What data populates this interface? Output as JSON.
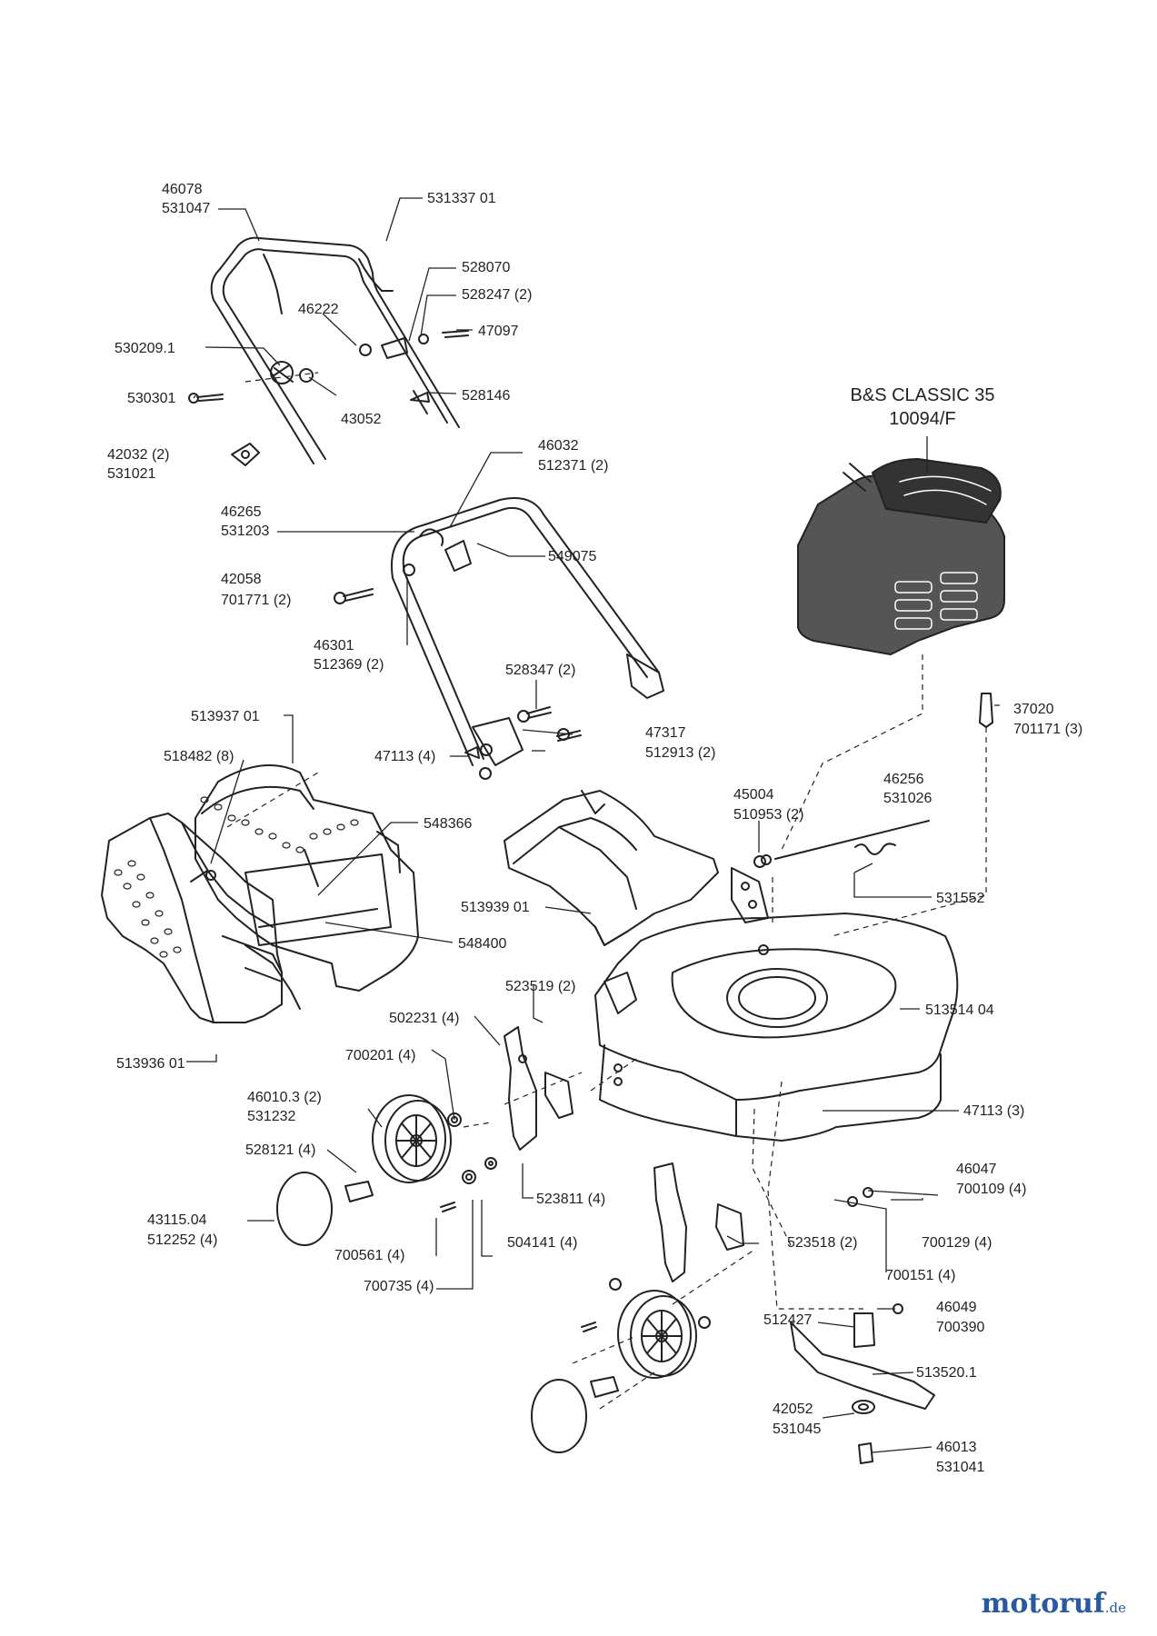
{
  "engine": {
    "model": "B&S CLASSIC 35",
    "code": "10094/F"
  },
  "parts": {
    "p46078": "46078",
    "p531047": "531047",
    "p531337": "531337 01",
    "p528070": "528070",
    "p528247": "528247 (2)",
    "p46222": "46222",
    "p47097": "47097",
    "p530209": "530209.1",
    "p530301": "530301",
    "p43052": "43052",
    "p528146": "528146",
    "p42032": "42032 (2)",
    "p531021": "531021",
    "p46032": "46032",
    "p512371": "512371 (2)",
    "p46265": "46265",
    "p531203": "531203",
    "p549075": "549075",
    "p42058": "42058",
    "p701771": "701771 (2)",
    "p46301": "46301",
    "p512369": "512369 (2)",
    "p528347": "528347 (2)",
    "p47317": "47317",
    "p512913": "512913 (2)",
    "p47113a": "47113 (4)",
    "p37020": "37020",
    "p701171": "701171 (3)",
    "p513937": "513937 01",
    "p518482": "518482 (8)",
    "p548366": "548366",
    "p45004": "45004",
    "p510953": "510953 (2)",
    "p46256": "46256",
    "p531026": "531026",
    "p531552": "531552",
    "p513939": "513939 01",
    "p548400": "548400",
    "p523519": "523519 (2)",
    "p502231": "502231 (4)",
    "p513514": "513514 04",
    "p700201": "700201 (4)",
    "p513936": "513936 01",
    "p46010": "46010.3 (2)",
    "p531232": "531232",
    "p47113b": "47113 (3)",
    "p528121": "528121 (4)",
    "p46047": "46047",
    "p700109": "700109 (4)",
    "p523811": "523811 (4)",
    "p43115": "43115.04",
    "p512252": "512252 (4)",
    "p700129": "700129 (4)",
    "p700561": "700561 (4)",
    "p504141": "504141 (4)",
    "p523518": "523518 (2)",
    "p700151": "700151 (4)",
    "p700735": "700735 (4)",
    "p46049": "46049",
    "p700390": "700390",
    "p512427": "512427",
    "p513520": "513520.1",
    "p42052": "42052",
    "p531045": "531045",
    "p46013": "46013",
    "p531041": "531041"
  },
  "watermark": {
    "brand": "motoruf",
    "domain": ".de"
  },
  "colors": {
    "line": "#222222",
    "engine_fill": "#555555",
    "brand_main": "#2a5a9e",
    "brand_accent": "#e8a020"
  }
}
